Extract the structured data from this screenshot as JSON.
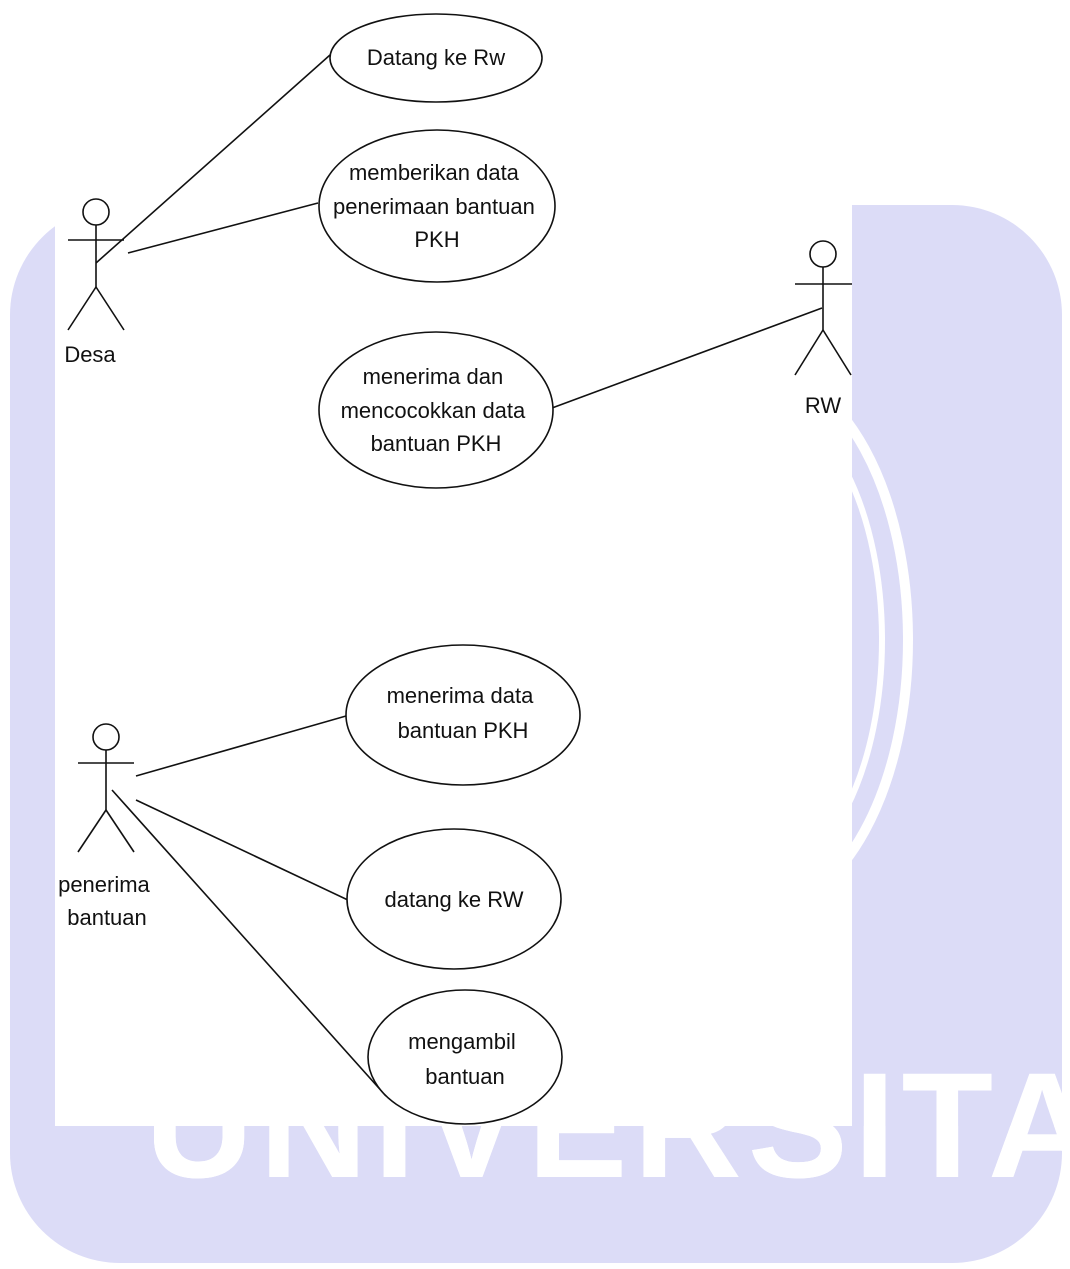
{
  "watermark": {
    "text": "UNIVERSITAS",
    "color": "#dcdcf7"
  },
  "actors": [
    {
      "id": "desa",
      "label": "Desa"
    },
    {
      "id": "rw",
      "label": "RW"
    },
    {
      "id": "penerima",
      "label": "penerima bantuan"
    }
  ],
  "use_cases": [
    {
      "id": "uc1",
      "lines": [
        "Datang ke Rw"
      ]
    },
    {
      "id": "uc2",
      "lines": [
        "memberikan data",
        "penerimaan bantuan",
        "PKH"
      ]
    },
    {
      "id": "uc3",
      "lines": [
        "menerima dan",
        "mencocokkan data",
        "bantuan PKH"
      ]
    },
    {
      "id": "uc4",
      "lines": [
        "menerima data",
        "bantuan PKH"
      ]
    },
    {
      "id": "uc5",
      "lines": [
        "datang ke RW"
      ]
    },
    {
      "id": "uc6",
      "lines": [
        "mengambil",
        "bantuan"
      ]
    }
  ],
  "associations": [
    {
      "actor": "desa",
      "use_case": "uc1"
    },
    {
      "actor": "desa",
      "use_case": "uc2"
    },
    {
      "actor": "rw",
      "use_case": "uc3"
    },
    {
      "actor": "penerima",
      "use_case": "uc4"
    },
    {
      "actor": "penerima",
      "use_case": "uc5"
    },
    {
      "actor": "penerima",
      "use_case": "uc6"
    }
  ]
}
